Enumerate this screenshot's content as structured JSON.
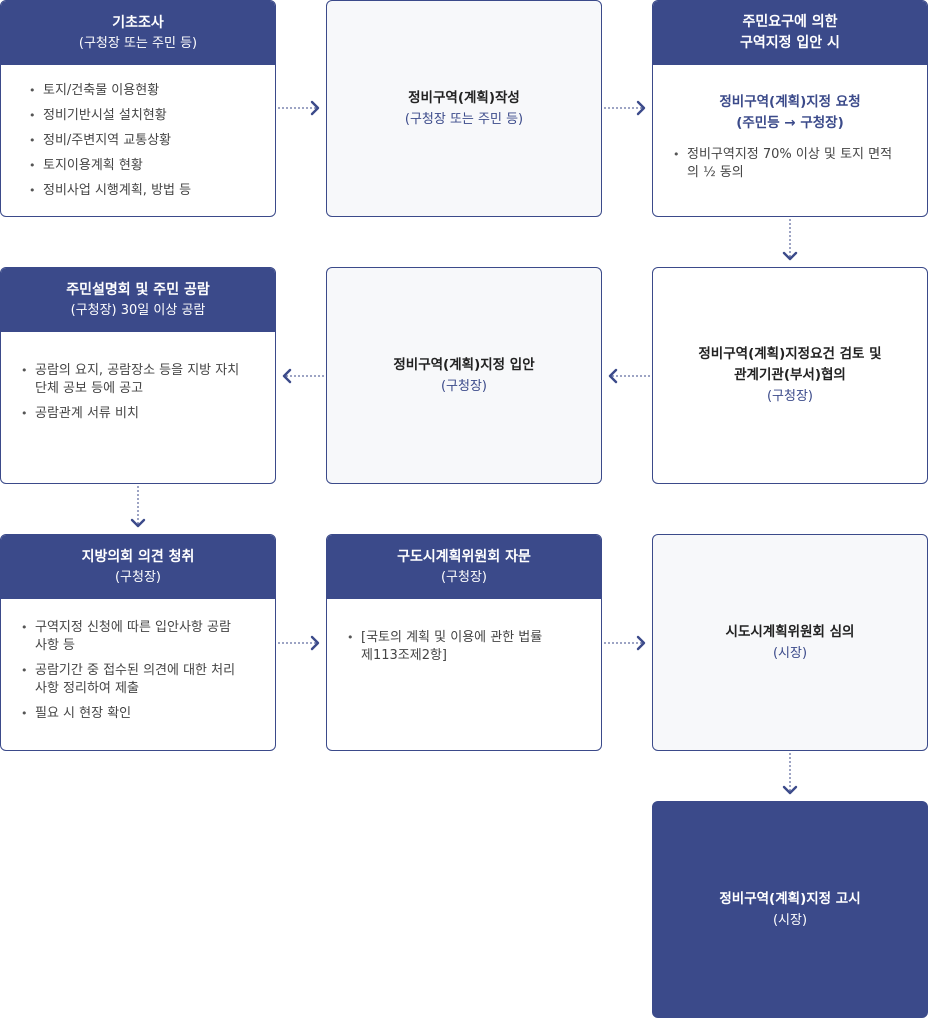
{
  "row1": {
    "survey": {
      "title": "기초조사",
      "subtitle": "(구청장 또는 주민 등)",
      "items": [
        "토지/건축물 이용현황",
        "정비기반시설 설치현황",
        "정비/주변지역 교통상황",
        "토지이용계획 현황",
        "정비사업 시행계획, 방법 등"
      ]
    },
    "draft": {
      "title": "정비구역(계획)작성",
      "subtitle": "(구청장 또는 주민 등)"
    },
    "resident_request": {
      "title_line1": "주민요구에 의한",
      "title_line2": "구역지정 입안 시",
      "accent_line1": "정비구역(계획)지정 요청",
      "accent_line2": "(주민등 → 구청장)",
      "items": [
        "정비구역지정 70% 이상 및 토지 면적의 ½ 동의"
      ]
    }
  },
  "row2": {
    "briefing": {
      "title": "주민설명회 및 주민 공람",
      "subtitle": "(구청장) 30일 이상 공람",
      "items": [
        "공람의 요지, 공람장소 등을 지방 자치단체 공보 등에 공고",
        "공람관계 서류 비치"
      ]
    },
    "proposal": {
      "title": "정비구역(계획)지정 입안",
      "subtitle": "(구청장)"
    },
    "review": {
      "title_line1": "정비구역(계획)지정요건 검토 및",
      "title_line2": "관계기관(부서)협의",
      "subtitle": "(구청장)"
    }
  },
  "row3": {
    "council": {
      "title": "지방의회 의견 청취",
      "subtitle": "(구청장)",
      "items": [
        "구역지정 신청에 따른 입안사항 공람사항 등",
        "공람기간 중 접수된 의견에 대한 처리사항 정리하여 제출",
        "필요 시 현장 확인"
      ]
    },
    "district_committee": {
      "title": "구도시계획위원회 자문",
      "subtitle": "(구청장)",
      "items": [
        "[국토의 계획 및 이용에 관한 법률 제113조제2항]"
      ]
    },
    "city_committee": {
      "title": "시도시계획위원회 심의",
      "subtitle": "(시장)"
    }
  },
  "row4": {
    "notice": {
      "title": "정비구역(계획)지정 고시",
      "subtitle": "(시장)"
    }
  },
  "colors": {
    "primary": "#3b4a8a",
    "light_bg": "#f7f8fa"
  }
}
